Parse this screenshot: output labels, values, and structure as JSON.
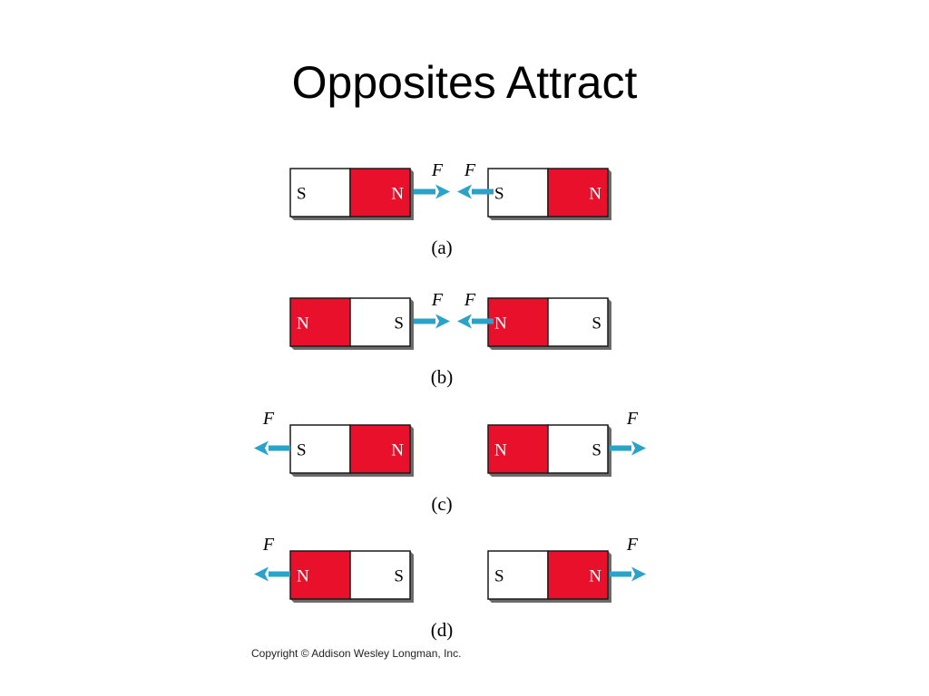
{
  "slide": {
    "title": "Opposites Attract",
    "copyright": "Copyright © Addison Wesley Longman, Inc."
  },
  "colors": {
    "north_pole": "#e8102a",
    "south_pole": "#ffffff",
    "arrow": "#2aa3c8",
    "outline": "#1a1a1a",
    "shadow": "#6b6b6b"
  },
  "icons": {
    "force_arrow": "force-arrow-icon"
  },
  "panels": [
    {
      "caption": "(a)",
      "force_label": "F",
      "forces_toward_gap": true,
      "left_magnet": [
        "S",
        "N"
      ],
      "right_magnet": [
        "S",
        "N"
      ]
    },
    {
      "caption": "(b)",
      "force_label": "F",
      "forces_toward_gap": true,
      "left_magnet": [
        "N",
        "S"
      ],
      "right_magnet": [
        "N",
        "S"
      ]
    },
    {
      "caption": "(c)",
      "force_label": "F",
      "forces_toward_gap": false,
      "left_magnet": [
        "S",
        "N"
      ],
      "right_magnet": [
        "N",
        "S"
      ]
    },
    {
      "caption": "(d)",
      "force_label": "F",
      "forces_toward_gap": false,
      "left_magnet": [
        "N",
        "S"
      ],
      "right_magnet": [
        "S",
        "N"
      ]
    }
  ]
}
